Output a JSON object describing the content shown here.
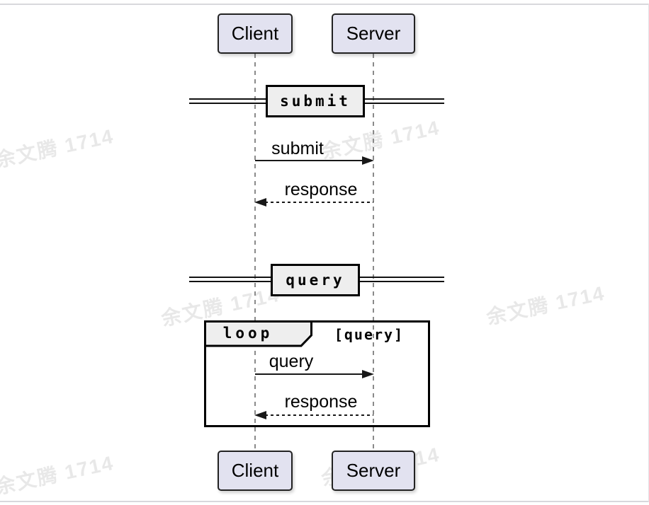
{
  "diagram": {
    "type": "uml-sequence",
    "participants": [
      {
        "name": "Client"
      },
      {
        "name": "Server"
      }
    ],
    "dividers": [
      {
        "label": "submit"
      },
      {
        "label": "query"
      }
    ],
    "messages": [
      {
        "label": "submit",
        "from": "Client",
        "to": "Server",
        "style": "solid"
      },
      {
        "label": "response",
        "from": "Server",
        "to": "Client",
        "style": "dotted"
      },
      {
        "label": "query",
        "from": "Client",
        "to": "Server",
        "style": "solid"
      },
      {
        "label": "response",
        "from": "Server",
        "to": "Client",
        "style": "dotted"
      }
    ],
    "fragment": {
      "keyword": "loop",
      "condition": "[query]"
    }
  },
  "watermark": {
    "text": "余文腾 1714"
  },
  "colors": {
    "participant_fill": "#E2E2F0",
    "participant_border": "#222222",
    "keyword_fill": "#EEEEEE",
    "keyword_border": "#000000",
    "line": "#181818",
    "lifeline": "#8A8A8A",
    "watermark": "#E8E8E8",
    "frame_edge": "#D8D8DC",
    "background": "#FFFFFF"
  }
}
